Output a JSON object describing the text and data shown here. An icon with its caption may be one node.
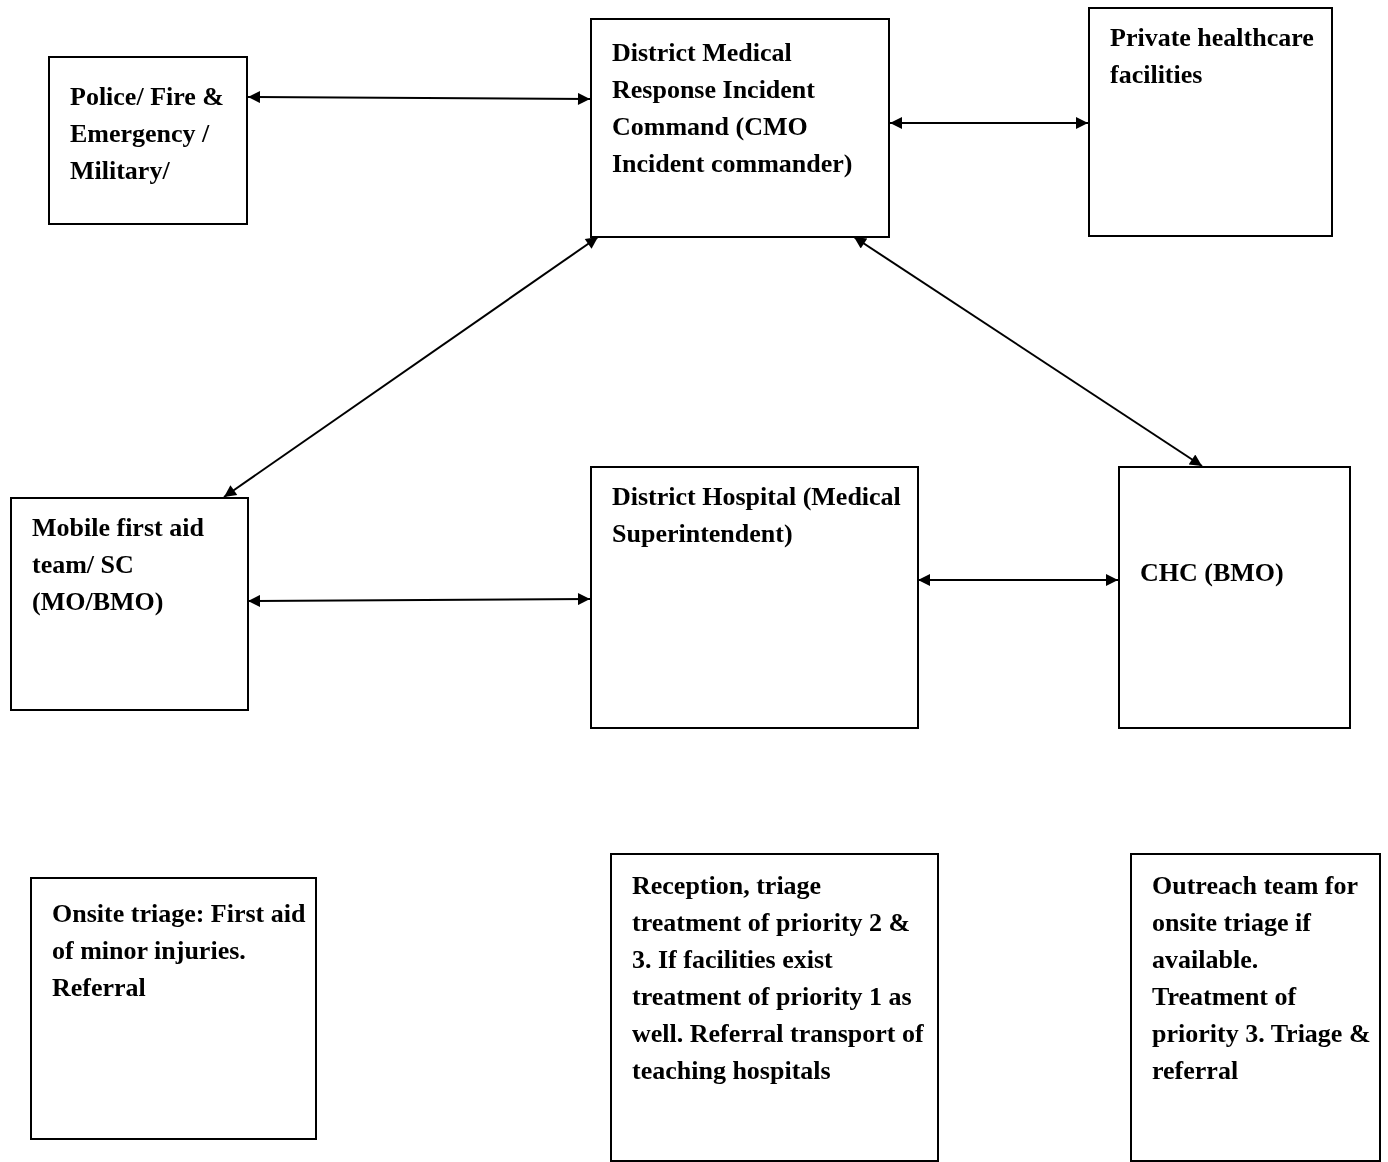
{
  "diagram": {
    "nodes": [
      {
        "text": [
          "Police/ Fire & Emergency / Military/"
        ]
      },
      {
        "text": [
          "District Medical Response Incident Command (CMO Incident commander)"
        ]
      },
      {
        "text": [
          "Private healthcare facilities"
        ]
      },
      {
        "text": [
          "Mobile first aid team/ SC (MO/BMO)"
        ]
      },
      {
        "text": [
          "District Hospital (Medical Superintendent)"
        ]
      },
      {
        "text": [
          "CHC (BMO)"
        ]
      },
      {
        "text": [
          "Onsite triage: First aid of minor injuries. Referral"
        ]
      },
      {
        "text": [
          "Reception, triage treatment of priority 2 & 3. If facilities exist treatment of priority 1 as well. Referral transport of teaching hospitals"
        ]
      },
      {
        "text": [
          "Outreach team for onsite triage if available. Treatment of priority 3. Triage & referral"
        ]
      }
    ],
    "edges": [
      {
        "from": 0,
        "to": 1,
        "arrow": "both"
      },
      {
        "from": 1,
        "to": 2,
        "arrow": "both"
      },
      {
        "from": 3,
        "to": 1,
        "arrow": "both"
      },
      {
        "from": 1,
        "to": 5,
        "arrow": "both"
      },
      {
        "from": 3,
        "to": 4,
        "arrow": "both"
      },
      {
        "from": 4,
        "to": 5,
        "arrow": "both"
      }
    ]
  }
}
